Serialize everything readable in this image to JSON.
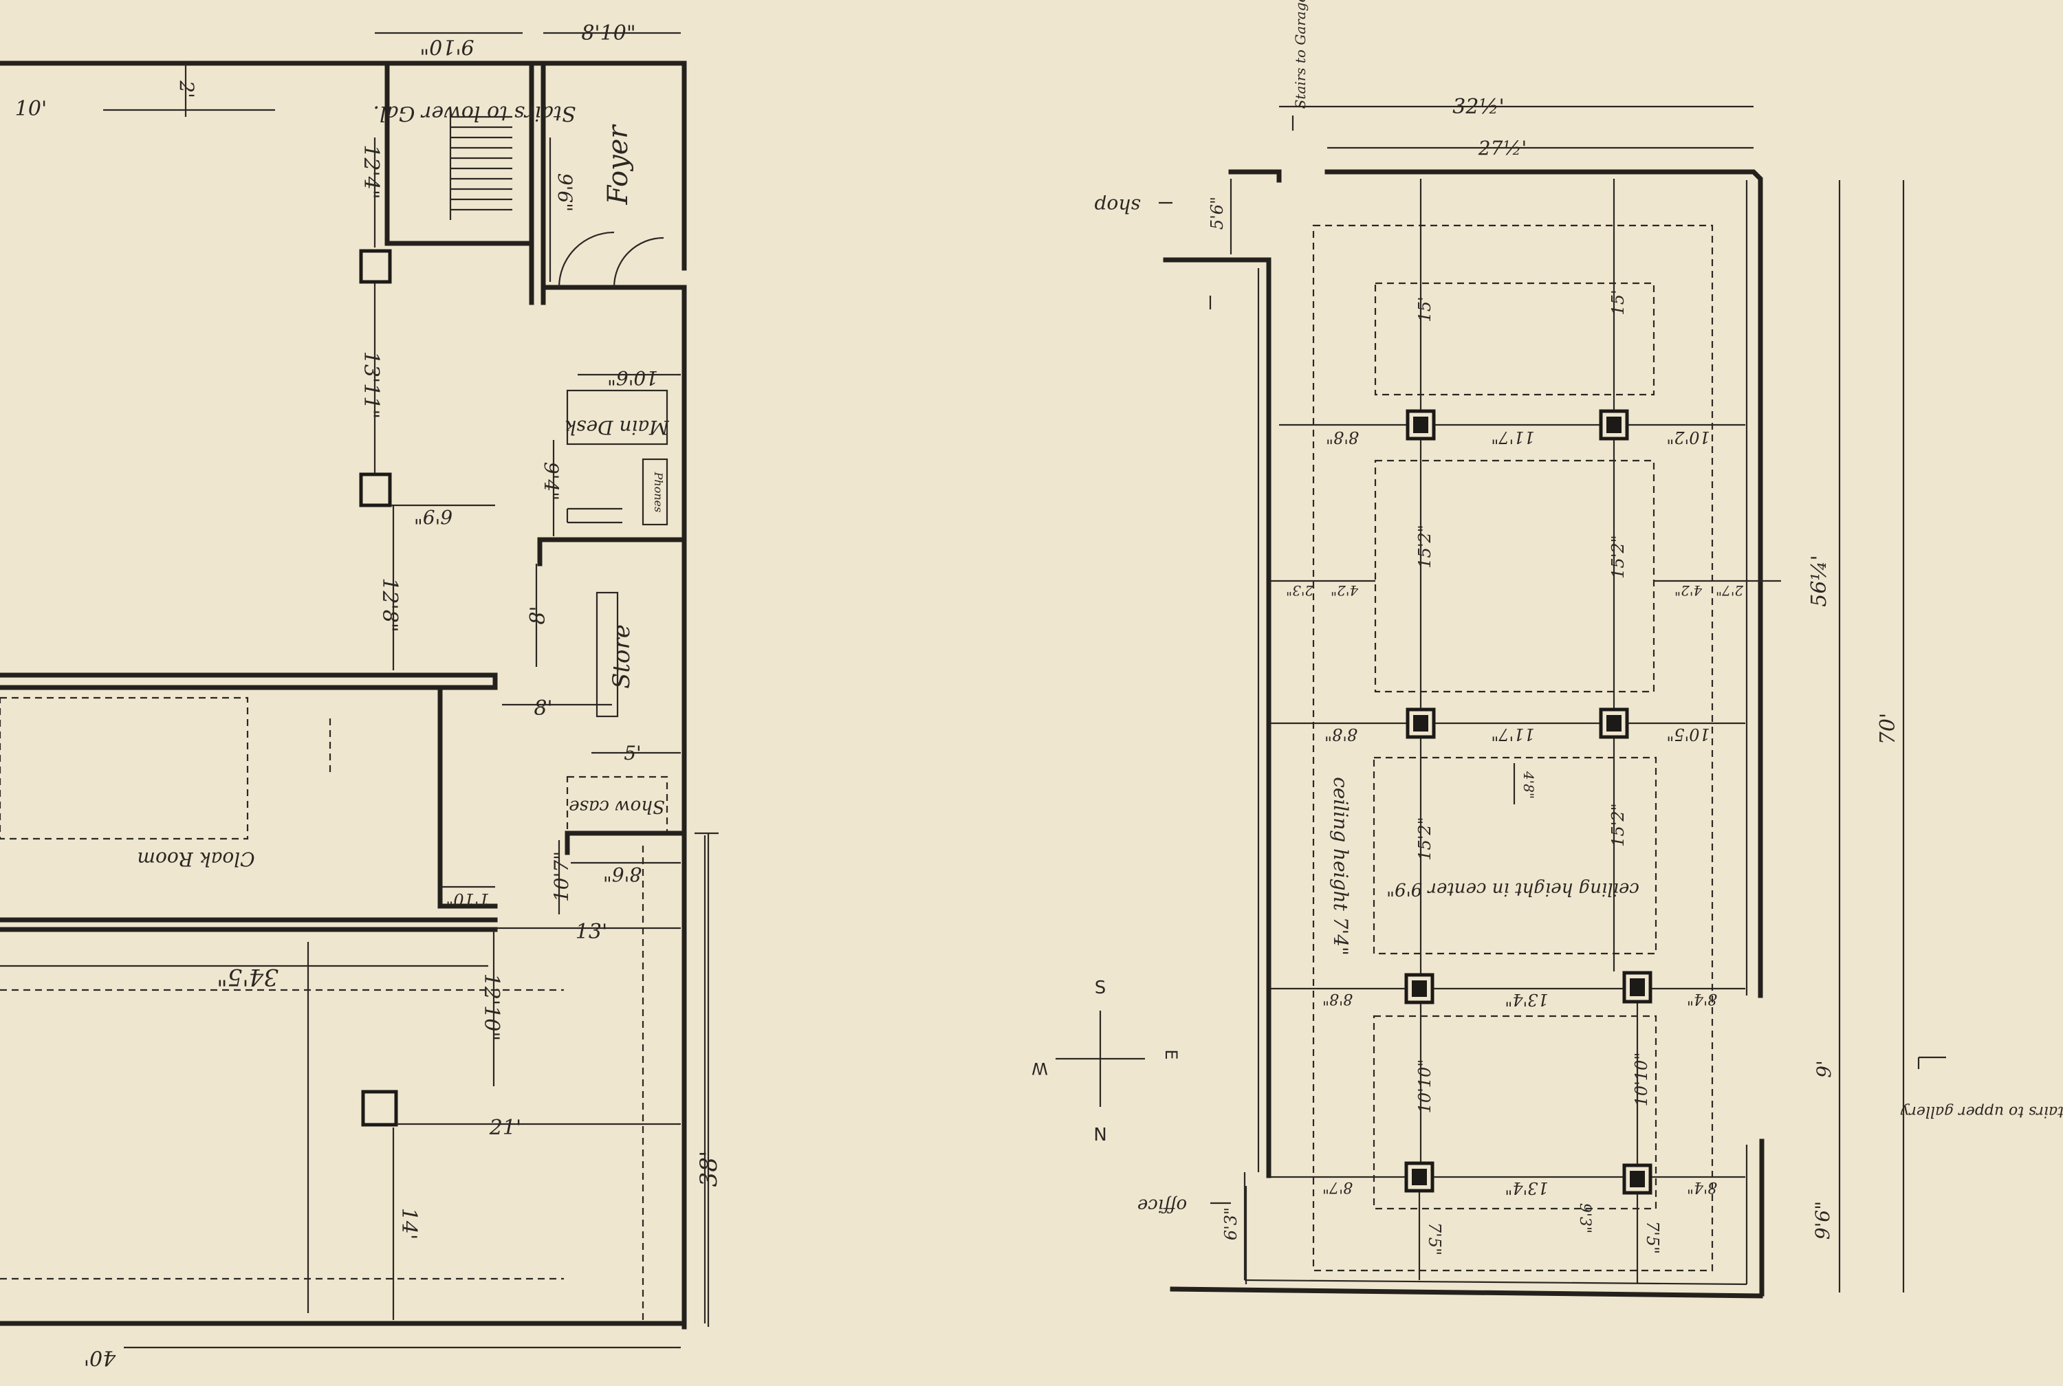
{
  "plan_left": {
    "rooms": {
      "stairs": "Stairs to lower Gal.",
      "foyer": "Foyer",
      "main_desk": "Main Desk",
      "phones": "Phones",
      "store": "Store",
      "show_case": "Show case",
      "cloak_room": "Cloak Room"
    },
    "dims": {
      "d_9_10": "9'10\"",
      "d_8_10_top": "8'10\"",
      "d_10_left": "10'",
      "d_2": "2'",
      "d_12_4": "12'4\"",
      "d_9_6": "9'6\"",
      "d_13_11": "13'11\"",
      "d_6_9": "6'9\"",
      "d_10_6": "10'6\"",
      "d_9_4": "9'4\"",
      "d_12_8": "12'8\"",
      "d_8_a": "8'",
      "d_8_b": "8'",
      "d_5": "5'",
      "d_8_6": "8'6\"",
      "d_1_10": "1'10\"",
      "d_10_7": "10'7\"",
      "d_13": "13'",
      "d_34_5": "34'5\"",
      "d_12_10": "12'10\"",
      "d_21": "21'",
      "d_14": "14'",
      "d_38": "38'",
      "d_40": "40'"
    }
  },
  "plan_right": {
    "labels": {
      "stairs_garage": "Stairs to Garage",
      "shop": "shop",
      "office": "office",
      "stairs_upper": "Stairs to upper gallery",
      "ceiling_center": "ceiling height in center 9'9\"",
      "ceiling_side": "ceiling height 7'4\""
    },
    "dims": {
      "w_32": "32½'",
      "w_27": "27½'",
      "d_5_6": "5'6\"",
      "d_15_a": "15'",
      "d_15_b": "15'",
      "d_8_8_a": "8'8\"",
      "d_11_7_a": "11'7\"",
      "d_10_2": "10'2\"",
      "d_15_2_a": "15'2\"",
      "d_15_2_b": "15'2\"",
      "d_2_3": "2'3\"",
      "d_4_2_a": "4'2\"",
      "d_4_2_b": "4'2\"",
      "d_2_7": "2'7\"",
      "d_56": "56¼'",
      "d_70": "70'",
      "d_8_8_b": "8'8\"",
      "d_11_7_b": "11'7\"",
      "d_10_5": "10'5\"",
      "d_4_8": "4'8\"",
      "d_15_2_c": "15'2\"",
      "d_15_2_d": "15'2\"",
      "d_8_8_c": "8'8\"",
      "d_13_4_a": "13'4\"",
      "d_8_4": "8'4\"",
      "d_9": "9'",
      "d_10_10_a": "10'10\"",
      "d_10_10_b": "10'10\"",
      "d_8_7": "8'7\"",
      "d_13_4_b": "13'4\"",
      "d_8_4_b": "8'4\"",
      "d_9_3": "9'3\"",
      "d_7_5_a": "7'5\"",
      "d_7_5_b": "7'5\"",
      "d_6_3": "6'3\"",
      "d_9_6": "9'6\""
    },
    "compass": {
      "s": "S",
      "w": "W",
      "e": "E",
      "n": "N"
    }
  }
}
